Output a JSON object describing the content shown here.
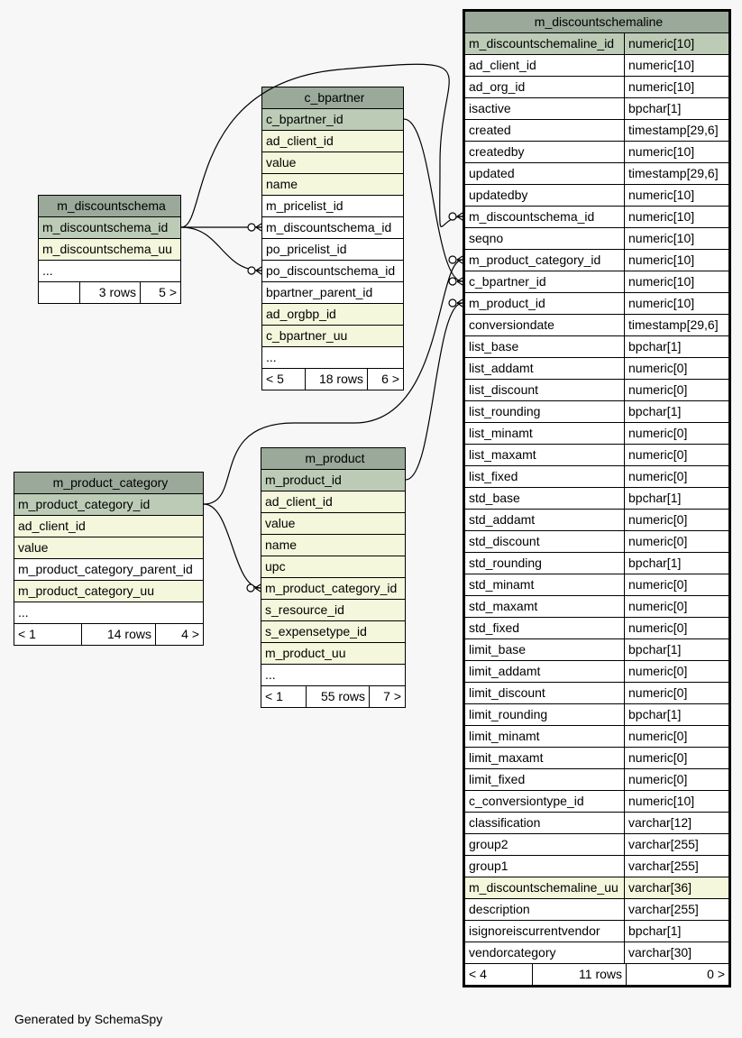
{
  "footer": "Generated by SchemaSpy",
  "tables": {
    "m_discountschema": {
      "name": "m_discountschema",
      "columns": [
        {
          "name": "m_discountschema_id",
          "kind": "pk"
        },
        {
          "name": "m_discountschema_uu",
          "kind": "fk"
        },
        {
          "name": "...",
          "kind": "plain"
        }
      ],
      "footer": {
        "left": "",
        "mid": "3 rows",
        "right": "5 >"
      }
    },
    "c_bpartner": {
      "name": "c_bpartner",
      "columns": [
        {
          "name": "c_bpartner_id",
          "kind": "pk"
        },
        {
          "name": "ad_client_id",
          "kind": "fk"
        },
        {
          "name": "value",
          "kind": "fk"
        },
        {
          "name": "name",
          "kind": "fk"
        },
        {
          "name": "m_pricelist_id",
          "kind": "plain"
        },
        {
          "name": "m_discountschema_id",
          "kind": "plain"
        },
        {
          "name": "po_pricelist_id",
          "kind": "plain"
        },
        {
          "name": "po_discountschema_id",
          "kind": "plain"
        },
        {
          "name": "bpartner_parent_id",
          "kind": "plain"
        },
        {
          "name": "ad_orgbp_id",
          "kind": "fk"
        },
        {
          "name": "c_bpartner_uu",
          "kind": "fk"
        },
        {
          "name": "...",
          "kind": "plain"
        }
      ],
      "footer": {
        "left": "< 5",
        "mid": "18 rows",
        "right": "6 >"
      }
    },
    "m_product_category": {
      "name": "m_product_category",
      "columns": [
        {
          "name": "m_product_category_id",
          "kind": "pk"
        },
        {
          "name": "ad_client_id",
          "kind": "fk"
        },
        {
          "name": "value",
          "kind": "fk"
        },
        {
          "name": "m_product_category_parent_id",
          "kind": "plain"
        },
        {
          "name": "m_product_category_uu",
          "kind": "fk"
        },
        {
          "name": "...",
          "kind": "plain"
        }
      ],
      "footer": {
        "left": "< 1",
        "mid": "14 rows",
        "right": "4 >"
      }
    },
    "m_product": {
      "name": "m_product",
      "columns": [
        {
          "name": "m_product_id",
          "kind": "pk"
        },
        {
          "name": "ad_client_id",
          "kind": "fk"
        },
        {
          "name": "value",
          "kind": "fk"
        },
        {
          "name": "name",
          "kind": "fk"
        },
        {
          "name": "upc",
          "kind": "fk"
        },
        {
          "name": "m_product_category_id",
          "kind": "fk"
        },
        {
          "name": "s_resource_id",
          "kind": "fk"
        },
        {
          "name": "s_expensetype_id",
          "kind": "fk"
        },
        {
          "name": "m_product_uu",
          "kind": "fk"
        },
        {
          "name": "...",
          "kind": "plain"
        }
      ],
      "footer": {
        "left": "< 1",
        "mid": "55 rows",
        "right": "7 >"
      }
    },
    "m_discountschemaline": {
      "name": "m_discountschemaline",
      "columns": [
        {
          "name": "m_discountschemaline_id",
          "type": "numeric[10]",
          "kind": "pk"
        },
        {
          "name": "ad_client_id",
          "type": "numeric[10]",
          "kind": "plain"
        },
        {
          "name": "ad_org_id",
          "type": "numeric[10]",
          "kind": "plain"
        },
        {
          "name": "isactive",
          "type": "bpchar[1]",
          "kind": "plain"
        },
        {
          "name": "created",
          "type": "timestamp[29,6]",
          "kind": "plain"
        },
        {
          "name": "createdby",
          "type": "numeric[10]",
          "kind": "plain"
        },
        {
          "name": "updated",
          "type": "timestamp[29,6]",
          "kind": "plain"
        },
        {
          "name": "updatedby",
          "type": "numeric[10]",
          "kind": "plain"
        },
        {
          "name": "m_discountschema_id",
          "type": "numeric[10]",
          "kind": "plain"
        },
        {
          "name": "seqno",
          "type": "numeric[10]",
          "kind": "plain"
        },
        {
          "name": "m_product_category_id",
          "type": "numeric[10]",
          "kind": "plain"
        },
        {
          "name": "c_bpartner_id",
          "type": "numeric[10]",
          "kind": "plain"
        },
        {
          "name": "m_product_id",
          "type": "numeric[10]",
          "kind": "plain"
        },
        {
          "name": "conversiondate",
          "type": "timestamp[29,6]",
          "kind": "plain"
        },
        {
          "name": "list_base",
          "type": "bpchar[1]",
          "kind": "plain"
        },
        {
          "name": "list_addamt",
          "type": "numeric[0]",
          "kind": "plain"
        },
        {
          "name": "list_discount",
          "type": "numeric[0]",
          "kind": "plain"
        },
        {
          "name": "list_rounding",
          "type": "bpchar[1]",
          "kind": "plain"
        },
        {
          "name": "list_minamt",
          "type": "numeric[0]",
          "kind": "plain"
        },
        {
          "name": "list_maxamt",
          "type": "numeric[0]",
          "kind": "plain"
        },
        {
          "name": "list_fixed",
          "type": "numeric[0]",
          "kind": "plain"
        },
        {
          "name": "std_base",
          "type": "bpchar[1]",
          "kind": "plain"
        },
        {
          "name": "std_addamt",
          "type": "numeric[0]",
          "kind": "plain"
        },
        {
          "name": "std_discount",
          "type": "numeric[0]",
          "kind": "plain"
        },
        {
          "name": "std_rounding",
          "type": "bpchar[1]",
          "kind": "plain"
        },
        {
          "name": "std_minamt",
          "type": "numeric[0]",
          "kind": "plain"
        },
        {
          "name": "std_maxamt",
          "type": "numeric[0]",
          "kind": "plain"
        },
        {
          "name": "std_fixed",
          "type": "numeric[0]",
          "kind": "plain"
        },
        {
          "name": "limit_base",
          "type": "bpchar[1]",
          "kind": "plain"
        },
        {
          "name": "limit_addamt",
          "type": "numeric[0]",
          "kind": "plain"
        },
        {
          "name": "limit_discount",
          "type": "numeric[0]",
          "kind": "plain"
        },
        {
          "name": "limit_rounding",
          "type": "bpchar[1]",
          "kind": "plain"
        },
        {
          "name": "limit_minamt",
          "type": "numeric[0]",
          "kind": "plain"
        },
        {
          "name": "limit_maxamt",
          "type": "numeric[0]",
          "kind": "plain"
        },
        {
          "name": "limit_fixed",
          "type": "numeric[0]",
          "kind": "plain"
        },
        {
          "name": "c_conversiontype_id",
          "type": "numeric[10]",
          "kind": "plain"
        },
        {
          "name": "classification",
          "type": "varchar[12]",
          "kind": "plain"
        },
        {
          "name": "group2",
          "type": "varchar[255]",
          "kind": "plain"
        },
        {
          "name": "group1",
          "type": "varchar[255]",
          "kind": "plain"
        },
        {
          "name": "m_discountschemaline_uu",
          "type": "varchar[36]",
          "kind": "fk"
        },
        {
          "name": "description",
          "type": "varchar[255]",
          "kind": "plain"
        },
        {
          "name": "isignoreiscurrentvendor",
          "type": "bpchar[1]",
          "kind": "plain"
        },
        {
          "name": "vendorcategory",
          "type": "varchar[30]",
          "kind": "plain"
        }
      ],
      "footer": {
        "left": "< 4",
        "mid": "11 rows",
        "right": "0 >"
      }
    }
  },
  "colors": {
    "title": "#9aa99a",
    "primary_key": "#bccbb6",
    "indexed": "#f4f7dc",
    "plain": "#ffffff",
    "background": "#f7f7f7"
  }
}
